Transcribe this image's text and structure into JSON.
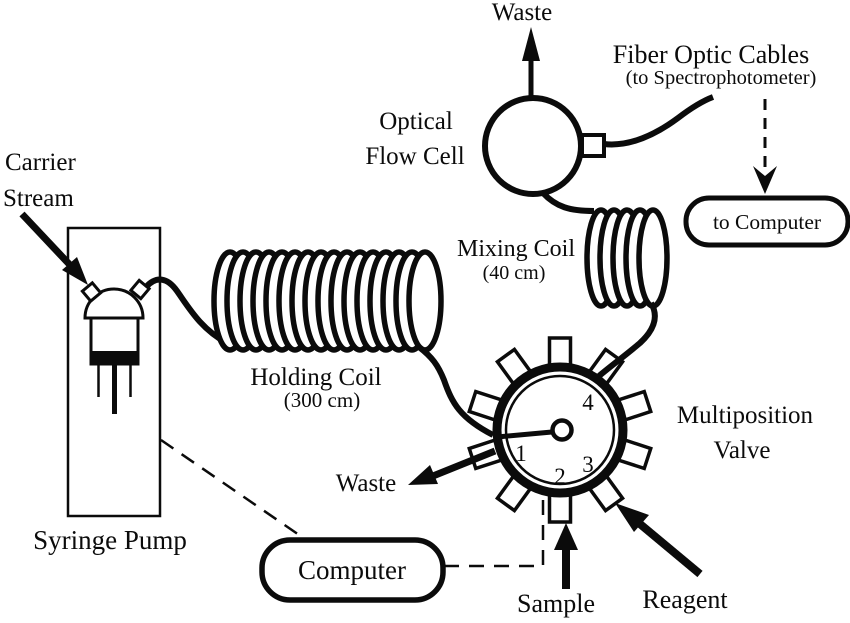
{
  "colors": {
    "background": "#ffffff",
    "ink": "#0b0b0b"
  },
  "labels": {
    "carrier": {
      "line1": "Carrier",
      "line2": "Stream"
    },
    "syringe_pump": "Syringe Pump",
    "holding_coil": {
      "name": "Holding Coil",
      "length": "(300 cm)"
    },
    "mixing_coil": {
      "name": "Mixing Coil",
      "length": "(40 cm)"
    },
    "optical_cell": {
      "line1": "Optical",
      "line2": "Flow Cell"
    },
    "waste_top": "Waste",
    "waste_valve": "Waste",
    "fiber_optic": {
      "line1": "Fiber Optic Cables",
      "line2": "(to Spectrophotometer)"
    },
    "to_computer": "to Computer",
    "computer": "Computer",
    "valve": {
      "line1": "Multiposition",
      "line2": "Valve"
    },
    "sample": "Sample",
    "reagent": "Reagent",
    "ports": {
      "p1": "1",
      "p2": "2",
      "p3": "3",
      "p4": "4"
    }
  }
}
